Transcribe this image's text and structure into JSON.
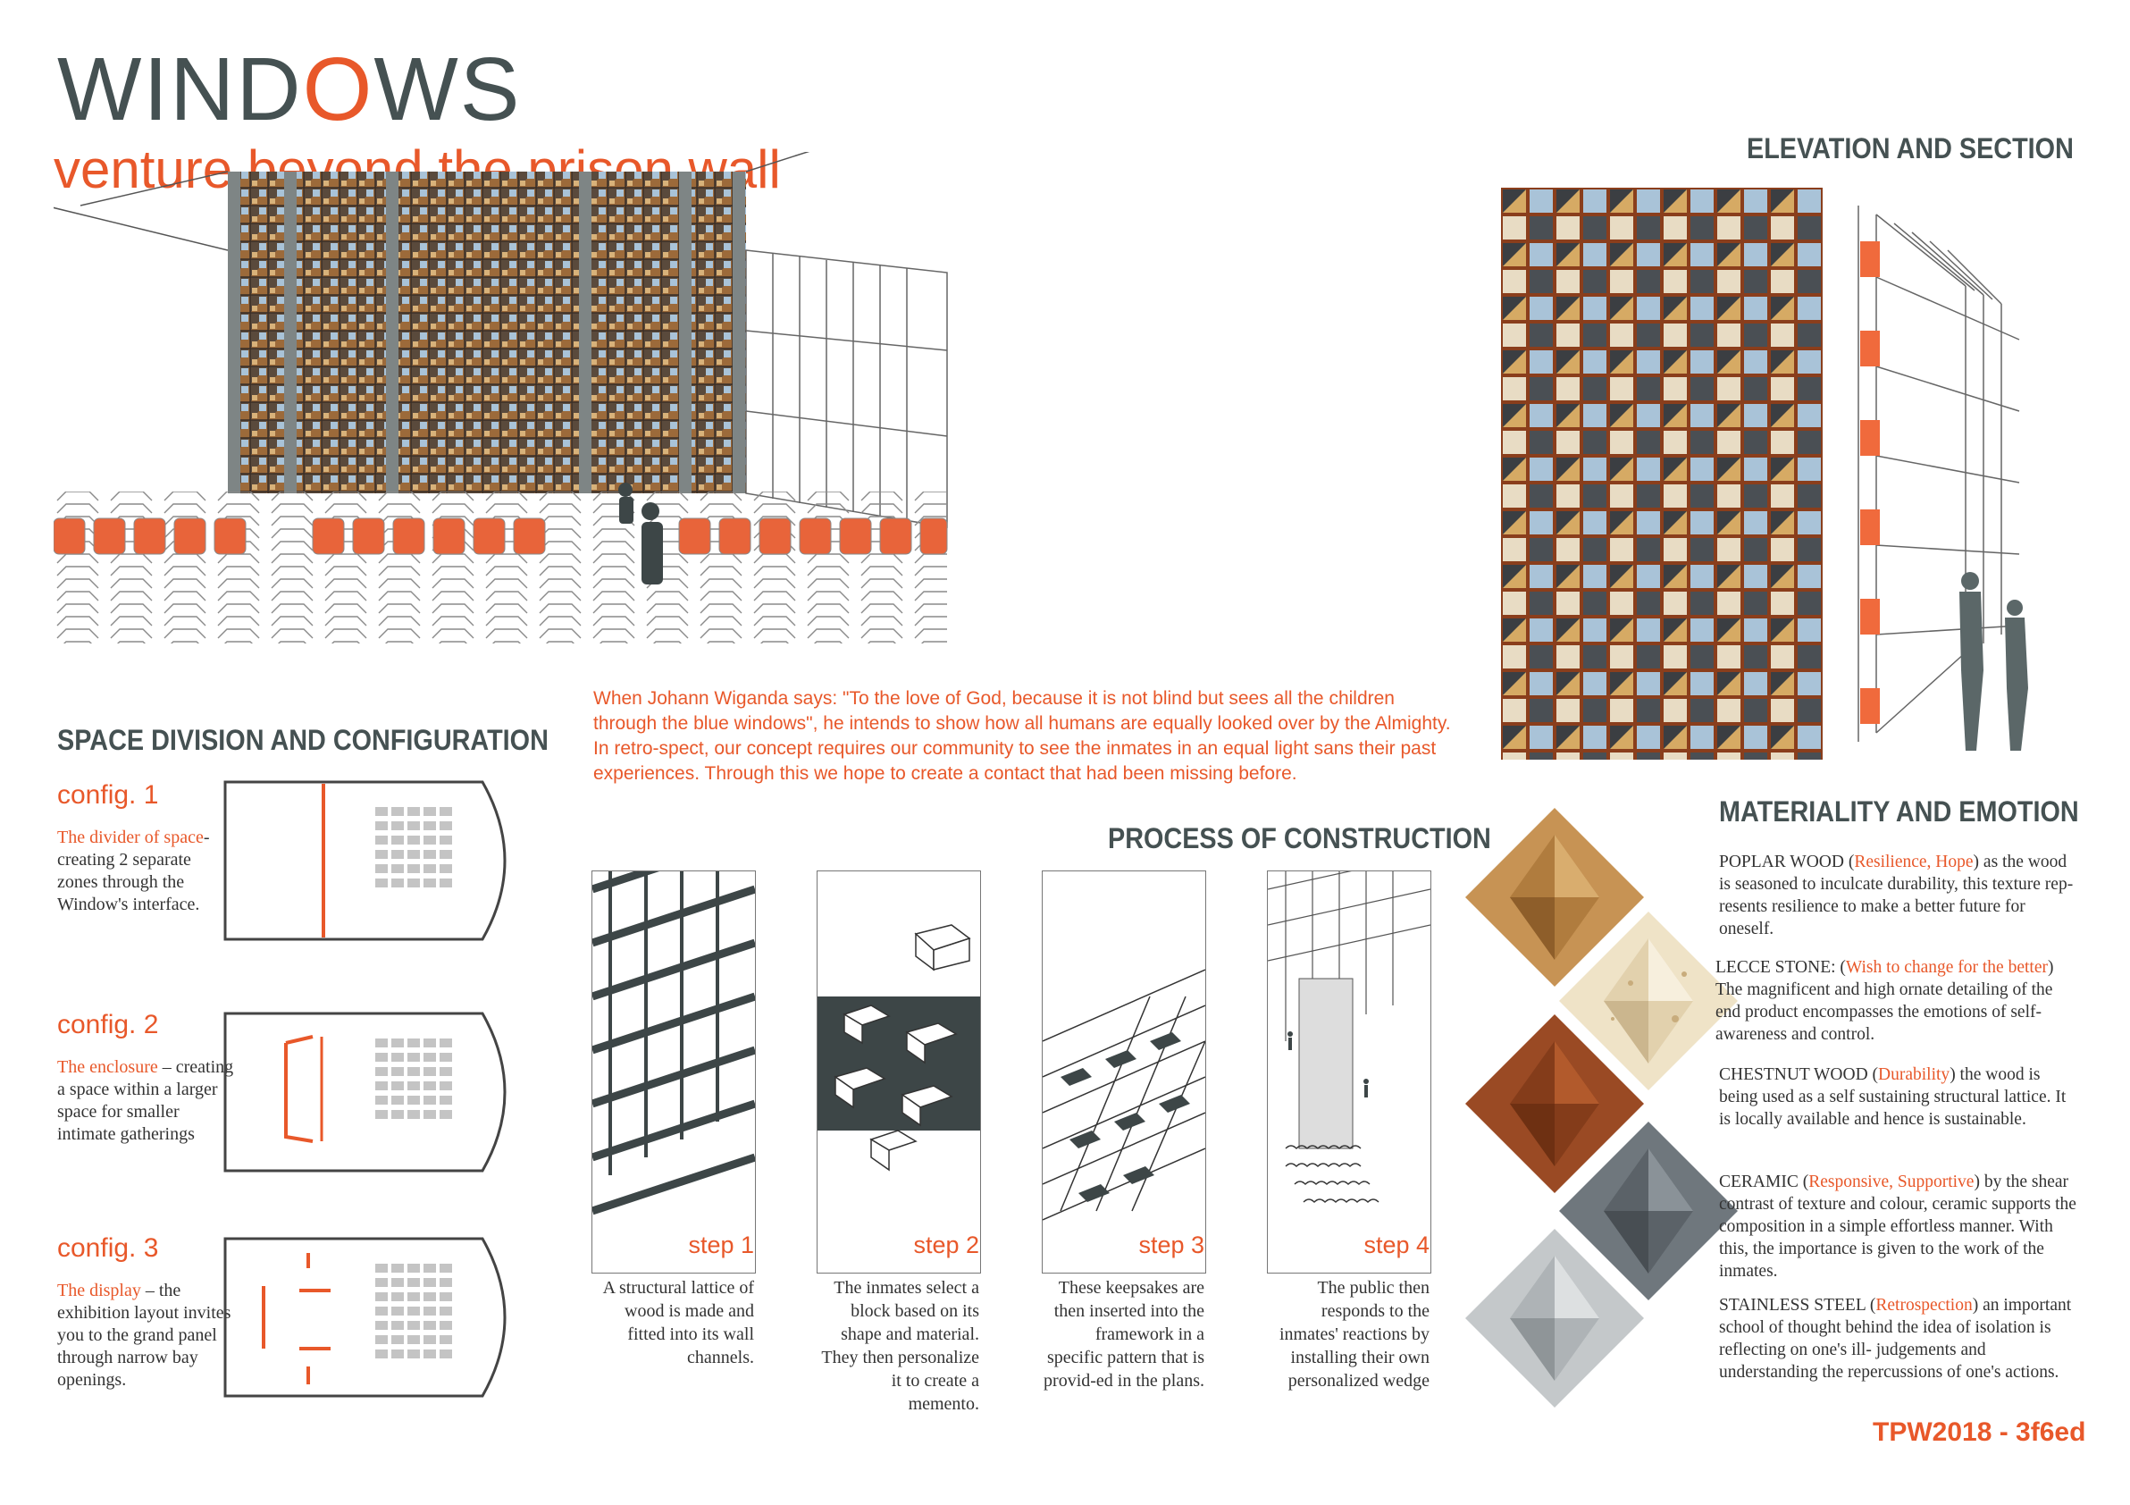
{
  "header": {
    "title_pre": "WIND",
    "title_o": "O",
    "title_post": "WS",
    "subtitle": "venture beyond the prison wall"
  },
  "colors": {
    "accent": "#e8582a",
    "dark": "#455152",
    "text": "#333333"
  },
  "quote": "When Johann Wiganda says: \"To the love of God, because it is not blind but sees all the children through the blue windows\", he intends to show how all humans are equally looked over by the Almighty. In retro-spect, our concept requires our community to see the inmates in an equal light sans their past experiences. Through this we hope to create a contact that had been missing before.",
  "space": {
    "heading": "SPACE DIVISION AND CONFIGURATION",
    "configs": [
      {
        "label": "config. 1",
        "highlight": "The divider of space",
        "text": "-creating 2 separate zones through the Window's interface."
      },
      {
        "label": "config. 2",
        "highlight": "The enclosure",
        "text": " – creating a space within  a larger space for smaller intimate gatherings"
      },
      {
        "label": "config. 3",
        "highlight": "The display",
        "text": " – the exhibition layout invites you to the grand panel through narrow bay openings."
      }
    ]
  },
  "process": {
    "heading": "PROCESS OF CONSTRUCTION",
    "steps": [
      {
        "label": "step 1",
        "text": "A structural lattice of wood is made and fitted into its wall channels."
      },
      {
        "label": "step 2",
        "text": "The inmates select a block based on its shape and material. They then personalize it to create a memento."
      },
      {
        "label": "step 3",
        "text": "These keepsakes are then inserted into the framework in a specific pattern that is provid-ed in the plans."
      },
      {
        "label": "step 4",
        "text": "The public then responds to the inmates' reactions by installing their own personalized wedge"
      }
    ]
  },
  "elevation": {
    "heading": "ELEVATION AND SECTION"
  },
  "materiality": {
    "heading": "MATERIALITY AND EMOTION",
    "items": [
      {
        "name": "POPLAR WOOD (",
        "emotion": "Resilience, Hope",
        "text": ") as the wood is seasoned to inculcate durability, this texture rep-resents resilience to make a better future for oneself.",
        "icon": "poplar-wood-tile"
      },
      {
        "name": "LECCE STONE: (",
        "emotion": "Wish to change for the better",
        "text": ") The magnificent and high ornate detailing of the end product encompasses the emotions of self-awareness and control.",
        "icon": "lecce-stone-tile"
      },
      {
        "name": "CHESTNUT WOOD (",
        "emotion": "Durability",
        "text": ") the wood is being used as a self sustaining structural lattice. It is locally available and hence is sustainable.",
        "icon": "chestnut-wood-tile"
      },
      {
        "name": "CERAMIC (",
        "emotion": "Responsive, Supportive",
        "text": ") by the shear contrast of texture and colour, ceramic supports the composition in a simple effortless manner. With this, the importance is given to the work of the inmates.",
        "icon": "ceramic-tile"
      },
      {
        "name": "STAINLESS STEEL (",
        "emotion": "Retrospection",
        "text": ") an important school of thought behind the idea of isolation is reflecting on one's ill- judgements and understanding the repercussions of one's actions.",
        "icon": "steel-tile"
      }
    ]
  },
  "footer": {
    "code": "TPW2018 - 3f6ed"
  }
}
